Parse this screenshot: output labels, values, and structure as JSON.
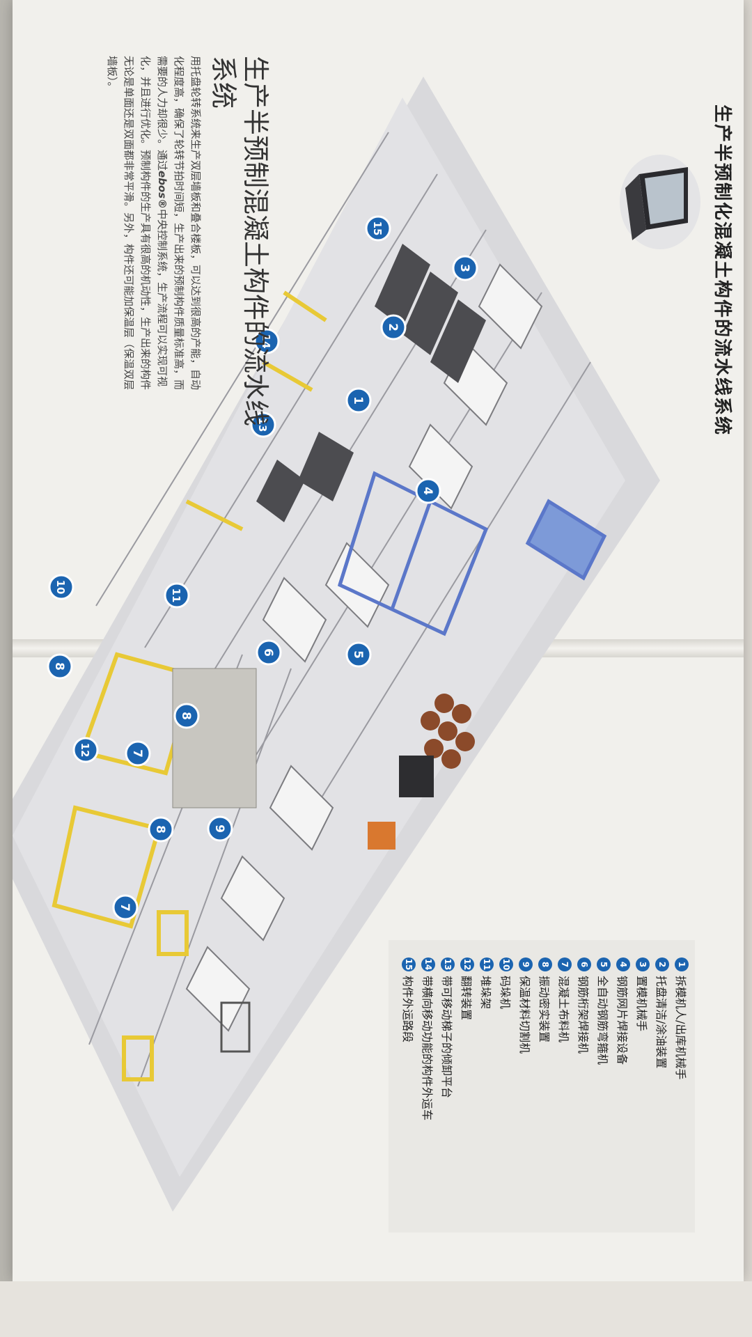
{
  "page": {
    "title": "生产半预制化混凝土构件的流水线系统",
    "heading": "生产半预制混凝土构件的流水线系统",
    "body_part1": "用托盘轮转系统来生产双层墙板和叠合楼板，可以达到很高的产能，自动化程度高，确保了轮转节拍时间短，生产出来的预制构件质量标准高，而需要的人力却很少。通过",
    "body_brand": "ebos®",
    "body_part2": "中央控制系统，生产流程可以实现可视化，并且进行优化。预制构件的生产具有很高的机动性，生产出来的构件无论是单面还是双面都非常平滑。另外，构件还可能加保温层（保温双层墙板）。"
  },
  "legend": [
    {
      "num": "1",
      "label": "拆模机人/出库机械手"
    },
    {
      "num": "2",
      "label": "托盘清洁/涂油装置"
    },
    {
      "num": "3",
      "label": "置模机械手"
    },
    {
      "num": "4",
      "label": "钢筋网片焊接设备"
    },
    {
      "num": "5",
      "label": "全自动钢筋弯箍机"
    },
    {
      "num": "6",
      "label": "钢筋桁架焊接机"
    },
    {
      "num": "7",
      "label": "混凝土布料机"
    },
    {
      "num": "8",
      "label": "振动密实装置"
    },
    {
      "num": "9",
      "label": "保温材料切割机"
    },
    {
      "num": "10",
      "label": "码垛机"
    },
    {
      "num": "11",
      "label": "堆垛架"
    },
    {
      "num": "12",
      "label": "翻转装置"
    },
    {
      "num": "13",
      "label": "带可移动梯子的倾卸平台"
    },
    {
      "num": "14",
      "label": "带横向移动功能的构件外运车"
    },
    {
      "num": "15",
      "label": "构件外运路段"
    }
  ],
  "markers": [
    {
      "num": "1",
      "name": "marker-1"
    },
    {
      "num": "2",
      "name": "marker-2"
    },
    {
      "num": "3",
      "name": "marker-3"
    },
    {
      "num": "4",
      "name": "marker-4"
    },
    {
      "num": "5",
      "name": "marker-5"
    },
    {
      "num": "6",
      "name": "marker-6"
    },
    {
      "num": "7",
      "name": "marker-7a"
    },
    {
      "num": "7",
      "name": "marker-7b"
    },
    {
      "num": "8",
      "name": "marker-8a"
    },
    {
      "num": "8",
      "name": "marker-8b"
    },
    {
      "num": "8",
      "name": "marker-8c"
    },
    {
      "num": "9",
      "name": "marker-9"
    },
    {
      "num": "10",
      "name": "marker-10"
    },
    {
      "num": "11",
      "name": "marker-11"
    },
    {
      "num": "12",
      "name": "marker-12"
    },
    {
      "num": "13",
      "name": "marker-13"
    },
    {
      "num": "14",
      "name": "marker-14"
    },
    {
      "num": "15",
      "name": "marker-15"
    }
  ],
  "colors": {
    "marker_blue": "#1b64b0",
    "machine_yellow": "#e8c936",
    "rack_blue": "#5b77c9"
  }
}
